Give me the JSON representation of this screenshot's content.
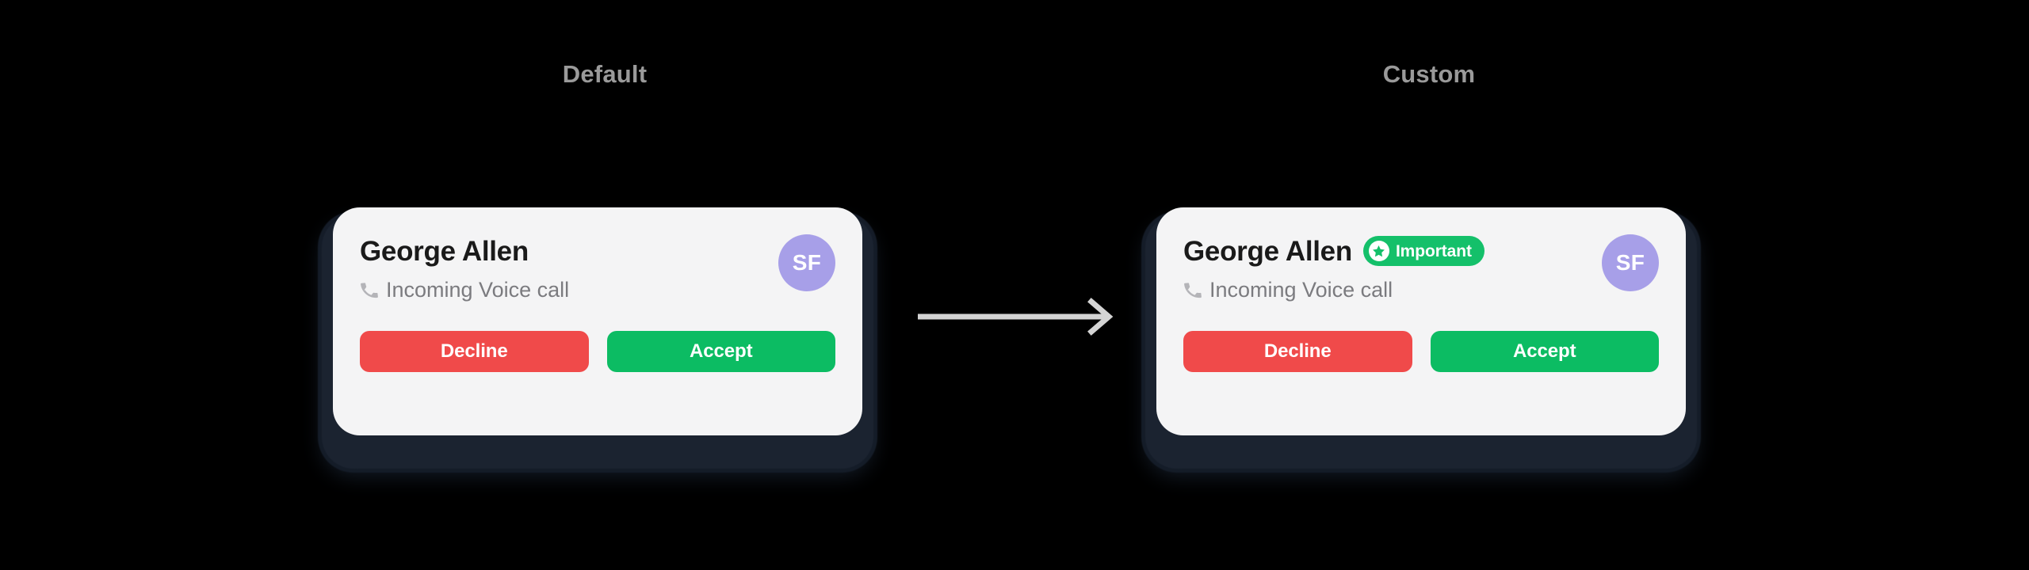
{
  "columns": {
    "left_caption": "Default",
    "right_caption": "Custom"
  },
  "connector": {
    "icon": "arrow-right-icon",
    "color": "#d4d4d4"
  },
  "cards": {
    "default": {
      "contact_name": "George Allen",
      "subtitle": "Incoming Voice call",
      "subtitle_icon": "phone-icon",
      "avatar_initials": "SF",
      "avatar_color": "#A79FE8",
      "has_badge": false,
      "decline_label": "Decline",
      "accept_label": "Accept",
      "decline_color": "#F04A4A",
      "accept_color": "#0CBC63",
      "card_background": "#F4F4F5"
    },
    "custom": {
      "contact_name": "George Allen",
      "subtitle": "Incoming Voice call",
      "subtitle_icon": "phone-icon",
      "avatar_initials": "SF",
      "avatar_color": "#A79FE8",
      "has_badge": true,
      "badge_label": "Important",
      "badge_icon": "star-icon",
      "badge_color": "#14C06A",
      "decline_label": "Decline",
      "accept_label": "Accept",
      "decline_color": "#F04A4A",
      "accept_color": "#0CBC63",
      "card_background": "#F4F4F5"
    }
  },
  "page": {
    "background": "#000000"
  }
}
